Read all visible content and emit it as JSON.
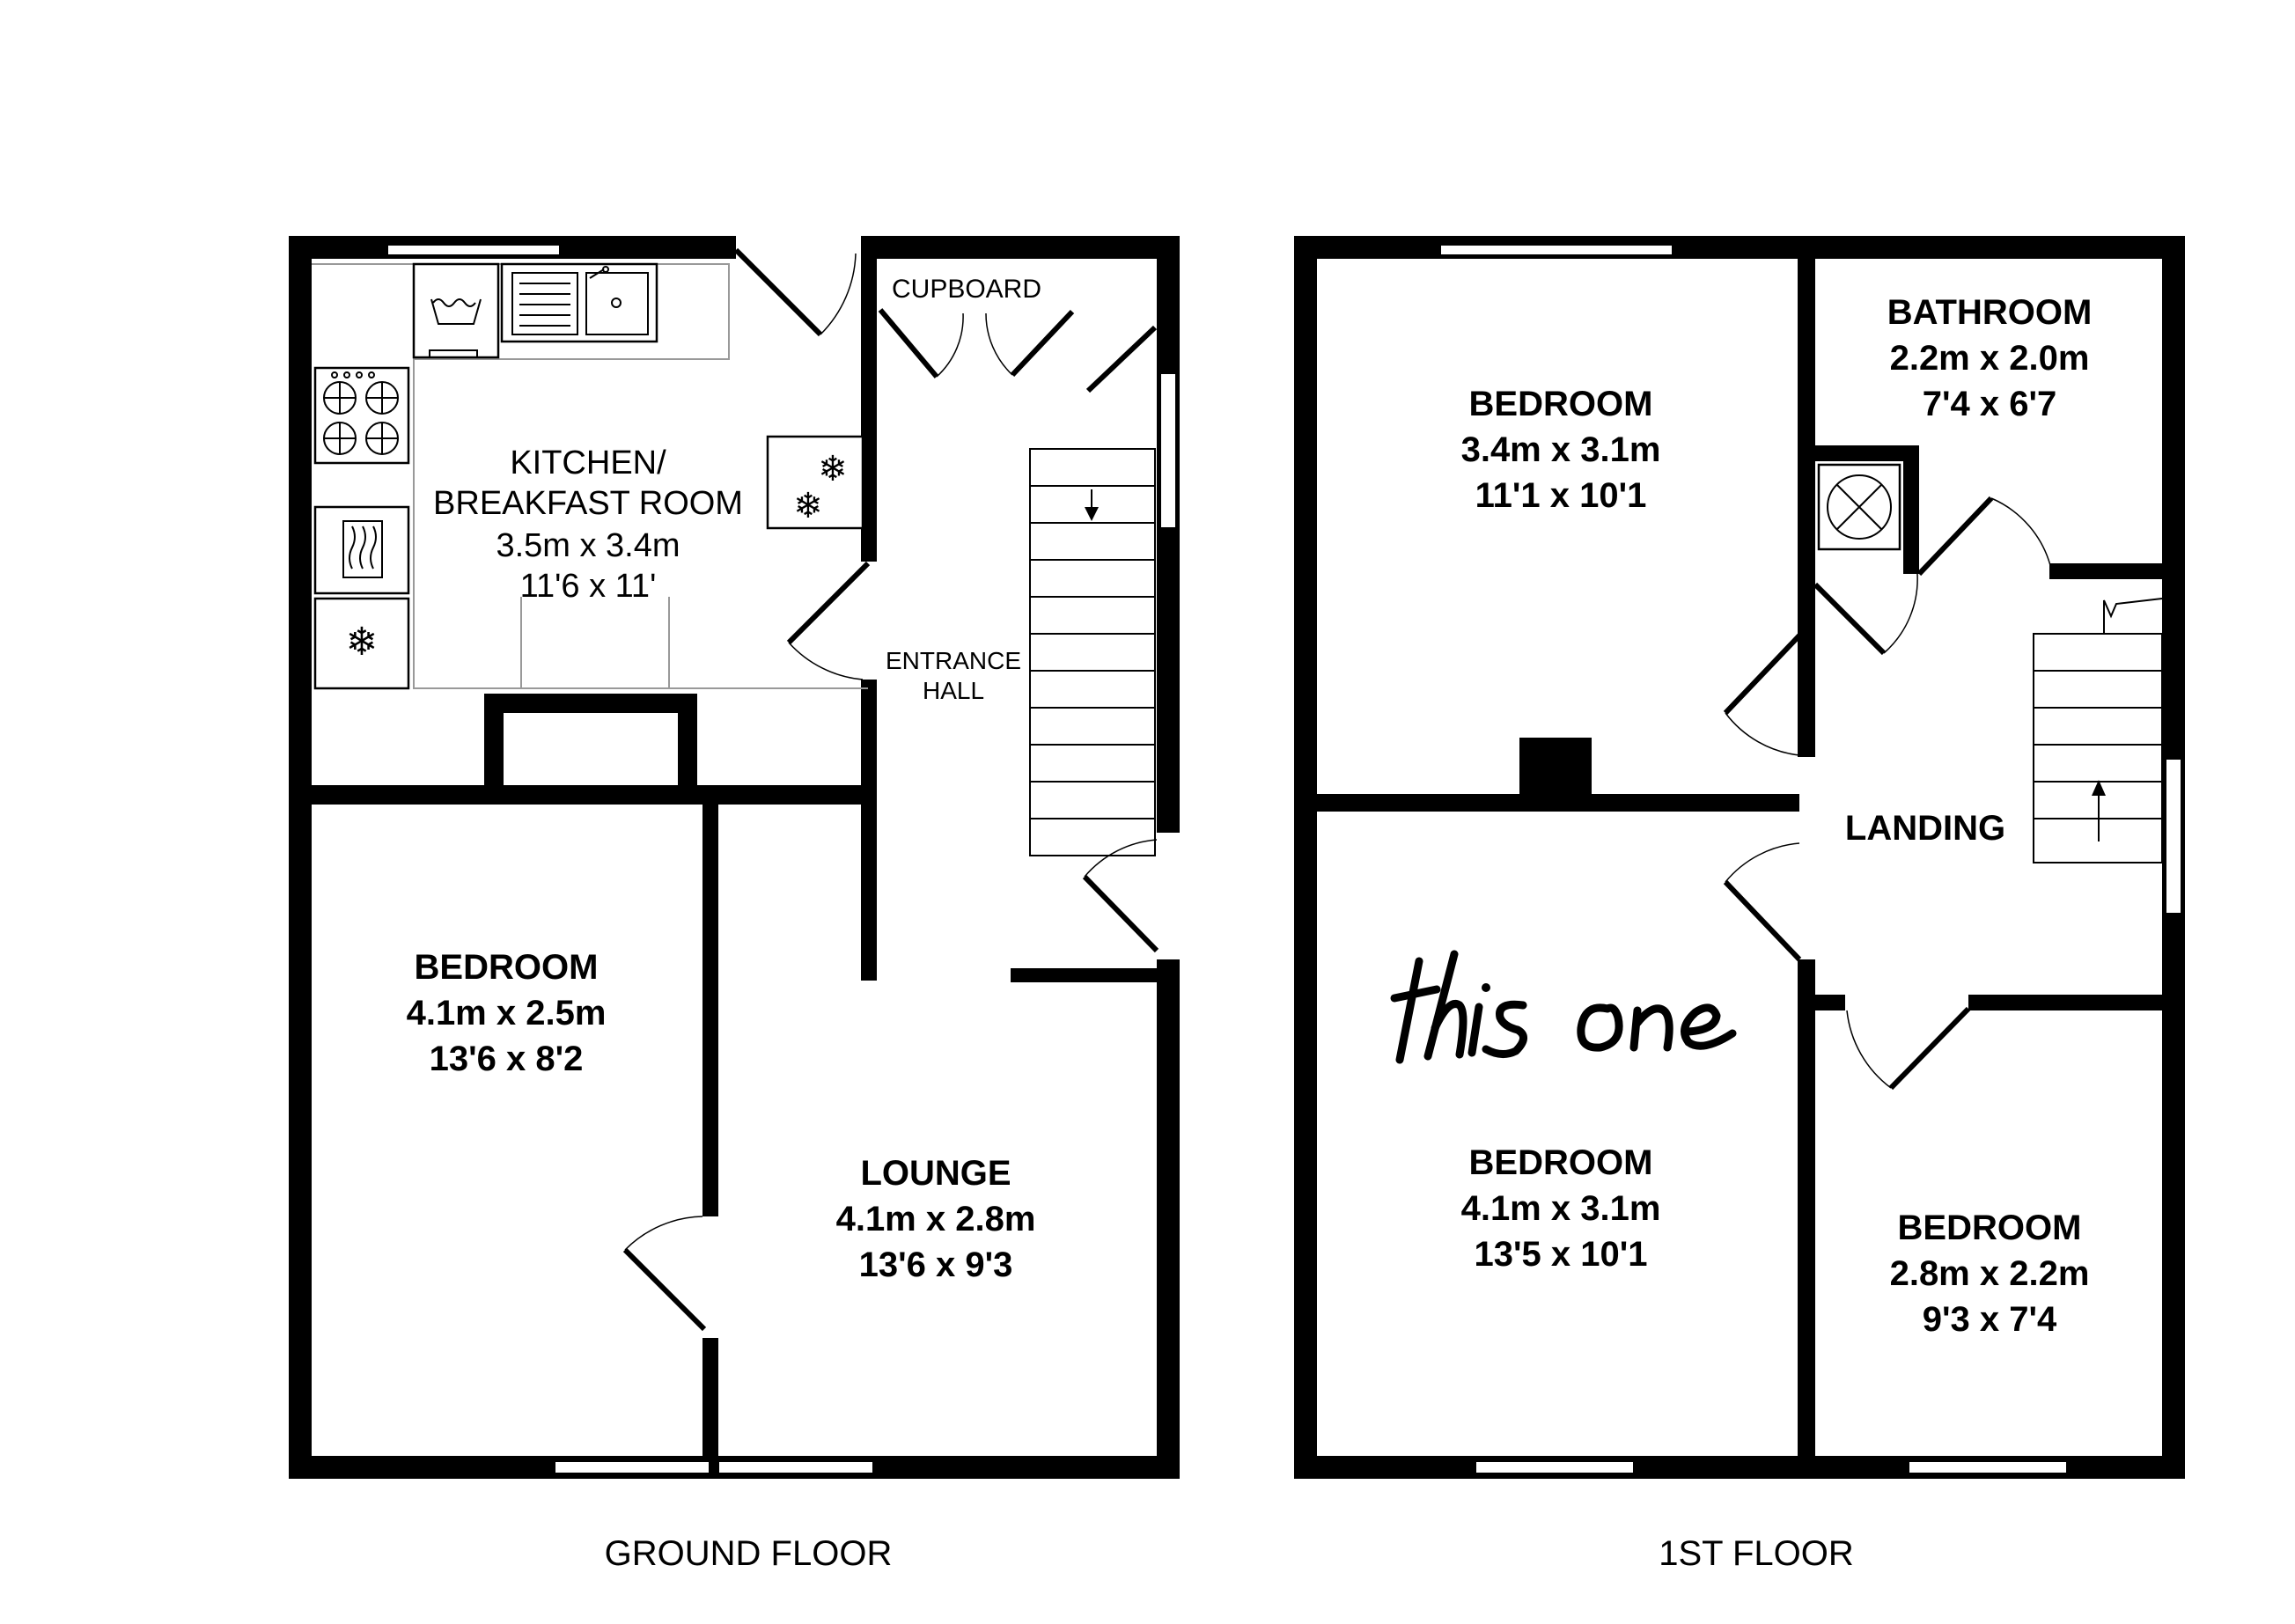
{
  "ground_floor": {
    "caption": "GROUND FLOOR",
    "kitchen": {
      "name_line1": "KITCHEN/",
      "name_line2": "BREAKFAST ROOM",
      "metric": "3.5m x 3.4m",
      "imperial": "11'6 x 11'"
    },
    "cupboard": {
      "name": "CUPBOARD"
    },
    "entrance_hall": {
      "name_line1": "ENTRANCE",
      "name_line2": "HALL"
    },
    "bedroom": {
      "name": "BEDROOM",
      "metric": "4.1m x 2.5m",
      "imperial": "13'6 x 8'2"
    },
    "lounge": {
      "name": "LOUNGE",
      "metric": "4.1m x 2.8m",
      "imperial": "13'6 x 9'3"
    }
  },
  "first_floor": {
    "caption": "1ST FLOOR",
    "bedroom_front": {
      "name": "BEDROOM",
      "metric": "3.4m x 3.1m",
      "imperial": "11'1 x 10'1"
    },
    "bathroom": {
      "name": "BATHROOM",
      "metric": "2.2m x 2.0m",
      "imperial": "7'4 x 6'7"
    },
    "landing": {
      "name": "LANDING"
    },
    "bedroom_rear": {
      "name": "BEDROOM",
      "metric": "4.1m x 3.1m",
      "imperial": "13'5 x 10'1"
    },
    "bedroom_small": {
      "name": "BEDROOM",
      "metric": "2.8m x 2.2m",
      "imperial": "9'3 x 7'4"
    }
  },
  "annotation": {
    "handwritten_note": "this one"
  },
  "icons": [
    "sink-icon",
    "hob-icon",
    "washing-machine-icon",
    "microwave-icon",
    "freezer-icon",
    "fridge-freezer-icon",
    "boiler-icon",
    "stairs-arrow-icon"
  ]
}
